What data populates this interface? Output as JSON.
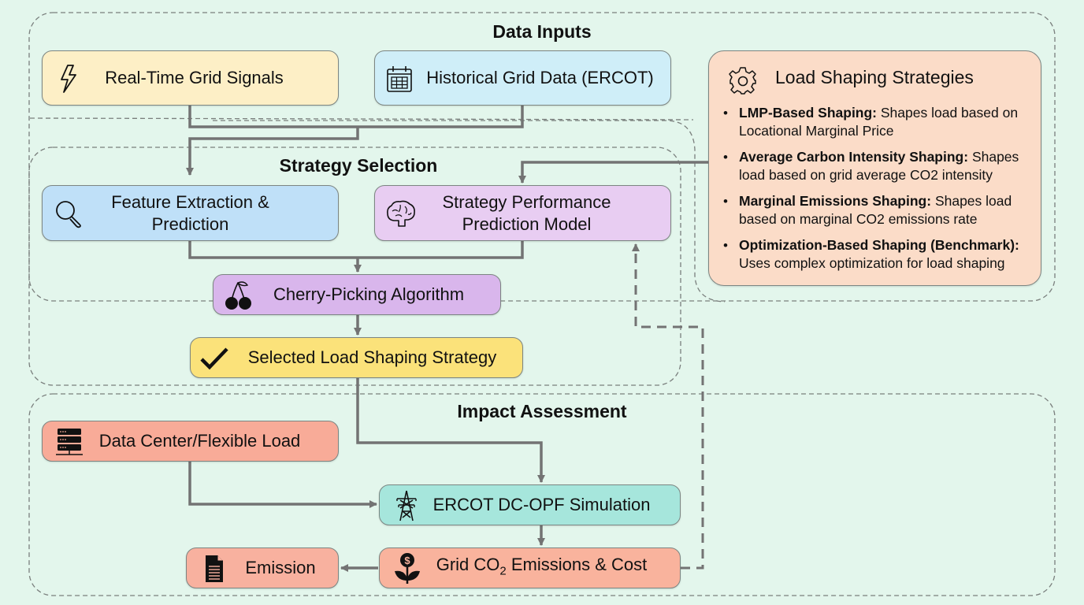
{
  "colors": {
    "background": "#e3f6ec",
    "connector": "#737373",
    "group_border": "#7a7f7d",
    "real_time_signals": "#fdefc6",
    "historical_data": "#cfeef8",
    "feature_extraction": "#bfe0f8",
    "strategy_model": "#e8cdf2",
    "cherry_picking": "#d9b6ec",
    "selected_strategy": "#fbe27a",
    "data_center": "#f8ab98",
    "dc_opf": "#a6e6dc",
    "emissions_cost": "#f9b39d",
    "emission": "#f8b19f",
    "strategies_panel": "#fbdcc8"
  },
  "groups": {
    "data_inputs": {
      "title": "Data Inputs"
    },
    "strategy_selection": {
      "title": "Strategy Selection"
    },
    "impact_assessment": {
      "title": "Impact Assessment"
    }
  },
  "nodes": {
    "real_time_signals": {
      "label": "Real-Time Grid Signals",
      "icon": "lightning-bolt-icon"
    },
    "historical_data": {
      "label": "Historical Grid Data (ERCOT)",
      "icon": "calendar-icon"
    },
    "feature_extraction": {
      "label_line1": "Feature Extraction &",
      "label_line2": "Prediction",
      "icon": "magnifier-icon"
    },
    "strategy_model": {
      "label_line1": "Strategy Performance",
      "label_line2": "Prediction Model",
      "icon": "brain-icon"
    },
    "cherry_picking": {
      "label": "Cherry-Picking Algorithm",
      "icon": "cherry-icon"
    },
    "selected_strategy": {
      "label": "Selected Load Shaping Strategy",
      "icon": "checkmark-icon"
    },
    "data_center": {
      "label": "Data Center/Flexible Load",
      "icon": "server-icon"
    },
    "dc_opf": {
      "label": "ERCOT DC-OPF Simulation",
      "icon": "transmission-tower-icon"
    },
    "emissions_cost": {
      "label_pre": "Grid CO",
      "label_sub": "2",
      "label_post": " Emissions & Cost",
      "icon": "money-plant-icon"
    },
    "emission": {
      "label": "Emission",
      "icon": "document-icon"
    }
  },
  "strategies_panel": {
    "title": "Load Shaping Strategies",
    "icon": "gear-icon",
    "items": [
      {
        "name": "LMP-Based Shaping:",
        "desc": " Shapes load based on Locational Marginal Price"
      },
      {
        "name": "Average Carbon Intensity Shaping:",
        "desc": " Shapes load based on grid average CO2 intensity"
      },
      {
        "name": "Marginal Emissions Shaping:",
        "desc": " Shapes load based on marginal CO2 emissions rate"
      },
      {
        "name": "Optimization-Based Shaping (Benchmark):",
        "desc": " Uses complex optimization for load shaping"
      }
    ]
  },
  "edges": [
    {
      "from": "Real-Time Grid Signals",
      "to": "Feature Extraction & Prediction",
      "style": "solid"
    },
    {
      "from": "Historical Grid Data (ERCOT)",
      "to": "Feature Extraction & Prediction",
      "style": "solid"
    },
    {
      "from": "Load Shaping Strategies",
      "to": "Strategy Performance Prediction Model",
      "style": "solid"
    },
    {
      "from": "Feature Extraction & Prediction",
      "to": "Cherry-Picking Algorithm",
      "style": "solid"
    },
    {
      "from": "Strategy Performance Prediction Model",
      "to": "Cherry-Picking Algorithm",
      "style": "solid"
    },
    {
      "from": "Cherry-Picking Algorithm",
      "to": "Selected Load Shaping Strategy",
      "style": "solid"
    },
    {
      "from": "Selected Load Shaping Strategy",
      "to": "ERCOT DC-OPF Simulation",
      "style": "solid"
    },
    {
      "from": "Data Center/Flexible Load",
      "to": "ERCOT DC-OPF Simulation",
      "style": "solid"
    },
    {
      "from": "ERCOT DC-OPF Simulation",
      "to": "Grid CO2 Emissions & Cost",
      "style": "solid"
    },
    {
      "from": "Grid CO2 Emissions & Cost",
      "to": "Emission",
      "style": "solid"
    },
    {
      "from": "Grid CO2 Emissions & Cost",
      "to": "Strategy Performance Prediction Model",
      "style": "dashed"
    }
  ]
}
